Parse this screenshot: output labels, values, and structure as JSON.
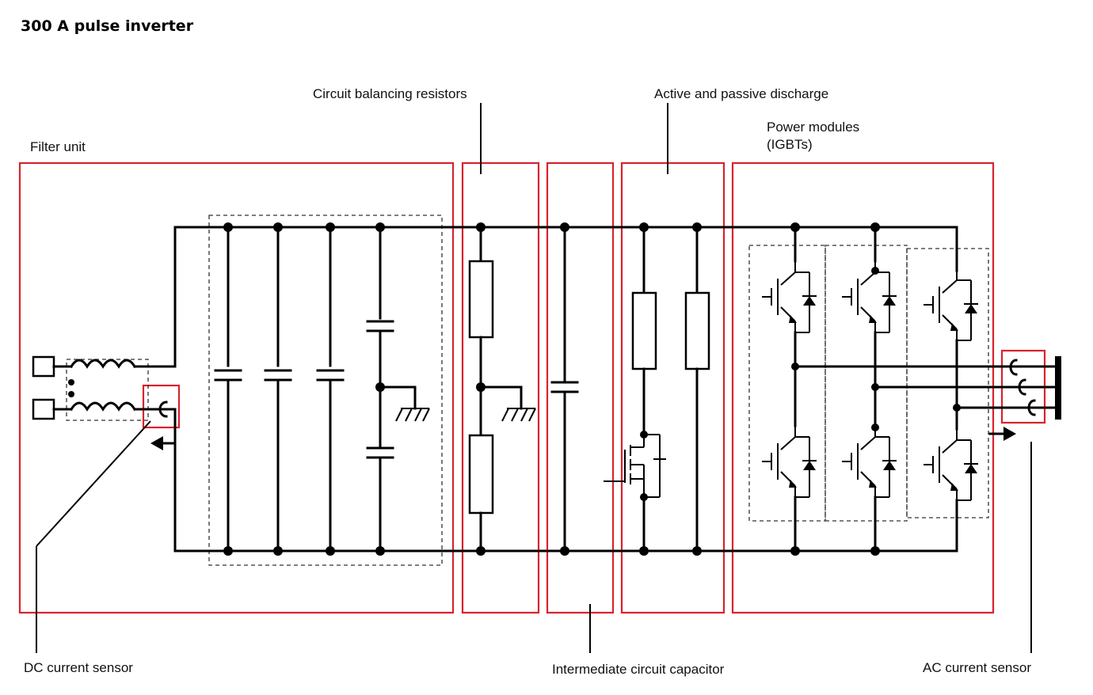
{
  "title": "300 A pulse inverter",
  "labels": {
    "filter_unit": "Filter unit",
    "circuit_balancing_resistors": "Circuit balancing resistors",
    "active_passive_discharge": "Active and passive discharge",
    "power_modules_line1": "Power modules",
    "power_modules_line2": "(IGBTs)",
    "dc_current_sensor": "DC current sensor",
    "intermediate_circuit_capacitor": "Intermediate circuit capacitor",
    "ac_current_sensor": "AC current sensor"
  },
  "colors": {
    "section_box": "#d9232d",
    "wire": "#000000",
    "background": "#ffffff"
  }
}
